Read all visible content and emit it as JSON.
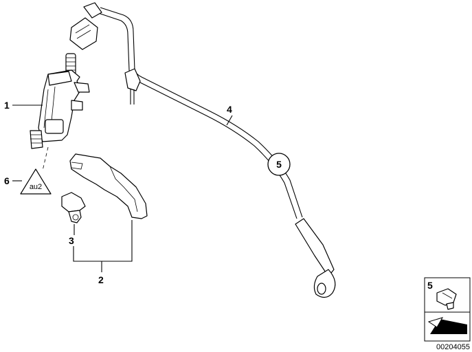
{
  "callouts": {
    "c1": "1",
    "c2": "2",
    "c3": "3",
    "c4": "4",
    "c5": "5",
    "c6": "6"
  },
  "triangle_text": "au2",
  "legend_box": {
    "number": "5"
  },
  "reference_number": "00204055"
}
